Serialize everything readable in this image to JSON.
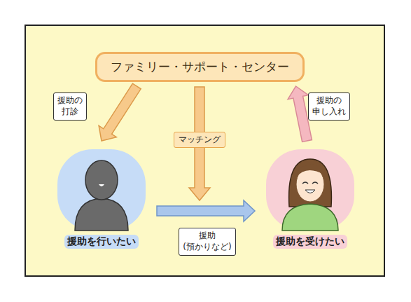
{
  "diagram": {
    "nodes": [
      {
        "text": [
          "ファミリー・サポート・センター"
        ]
      },
      {
        "text": [
          "援助を行いたい"
        ]
      },
      {
        "text": [
          "援助を受けたい"
        ]
      }
    ],
    "edges": [
      {
        "from": 0,
        "to": 1,
        "arrow": "to",
        "label": "援助の 打診"
      },
      {
        "from": 2,
        "to": 0,
        "arrow": "to",
        "label": "援助の 申し入れ"
      },
      {
        "from": 1,
        "to": 2,
        "arrow": "to",
        "label": "援助 (預かりなど)"
      }
    ],
    "labels": [
      "マッチング"
    ]
  }
}
